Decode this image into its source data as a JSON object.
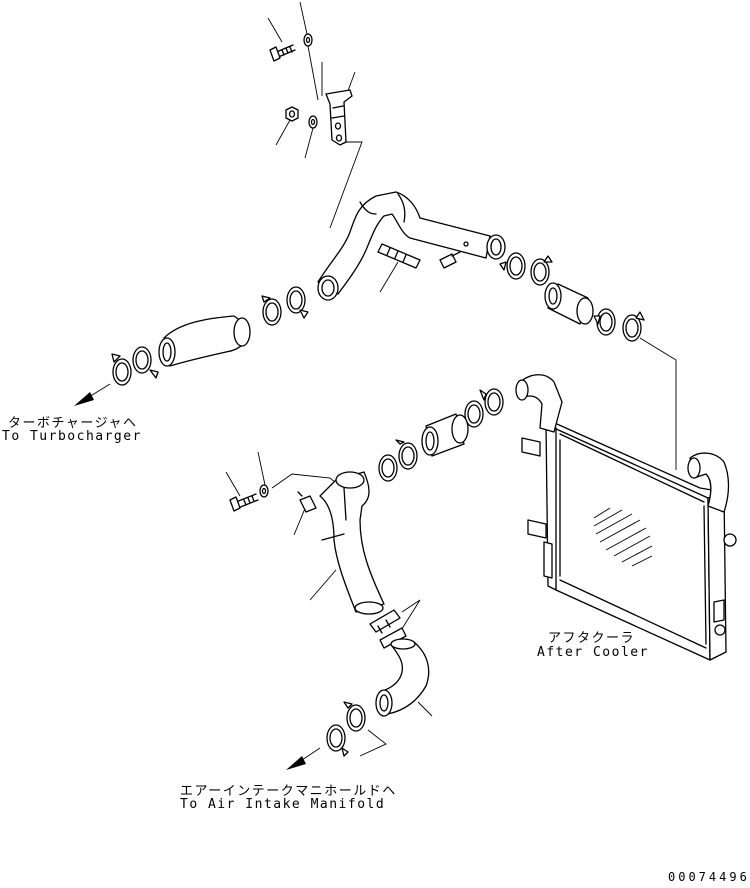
{
  "labels": {
    "turbo_jp": "ターボチャージャヘ",
    "turbo_en": "To Turbocharger",
    "aftercooler_jp": "アフタクーラ",
    "aftercooler_en": "After Cooler",
    "intake_jp": "エアーインテークマニホールドヘ",
    "intake_en": "To Air Intake Manifold",
    "part_number": "00074496"
  }
}
